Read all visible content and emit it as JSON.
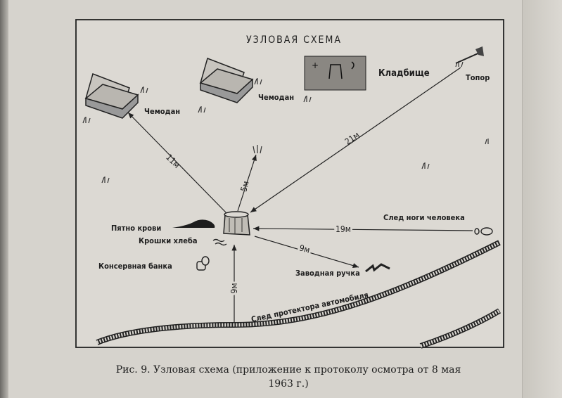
{
  "diagram": {
    "title": "УЗЛОВАЯ СХЕМА",
    "labels": {
      "cemetery": "Кладбище",
      "axe": "Топор",
      "suitcase_1": "Чемодан",
      "suitcase_2": "Чемодан",
      "blood_stain": "Пятно крови",
      "bread_crumbs": "Крошки хлеба",
      "tin_can": "Консервная банка",
      "footprint": "След ноги человека",
      "crank_handle": "Заводная ручка",
      "tire_track": "След протектора автомобиля"
    },
    "distances": {
      "suitcase_1": "11м",
      "grass": "5м",
      "axe": "21м",
      "footprint": "19м",
      "crank_handle": "9м",
      "tire_track": "9м"
    }
  },
  "caption": {
    "line1": "Рис. 9. Узловая схема (приложение к протоколу осмотра от 8 мая",
    "line2": "1963 г.)"
  }
}
